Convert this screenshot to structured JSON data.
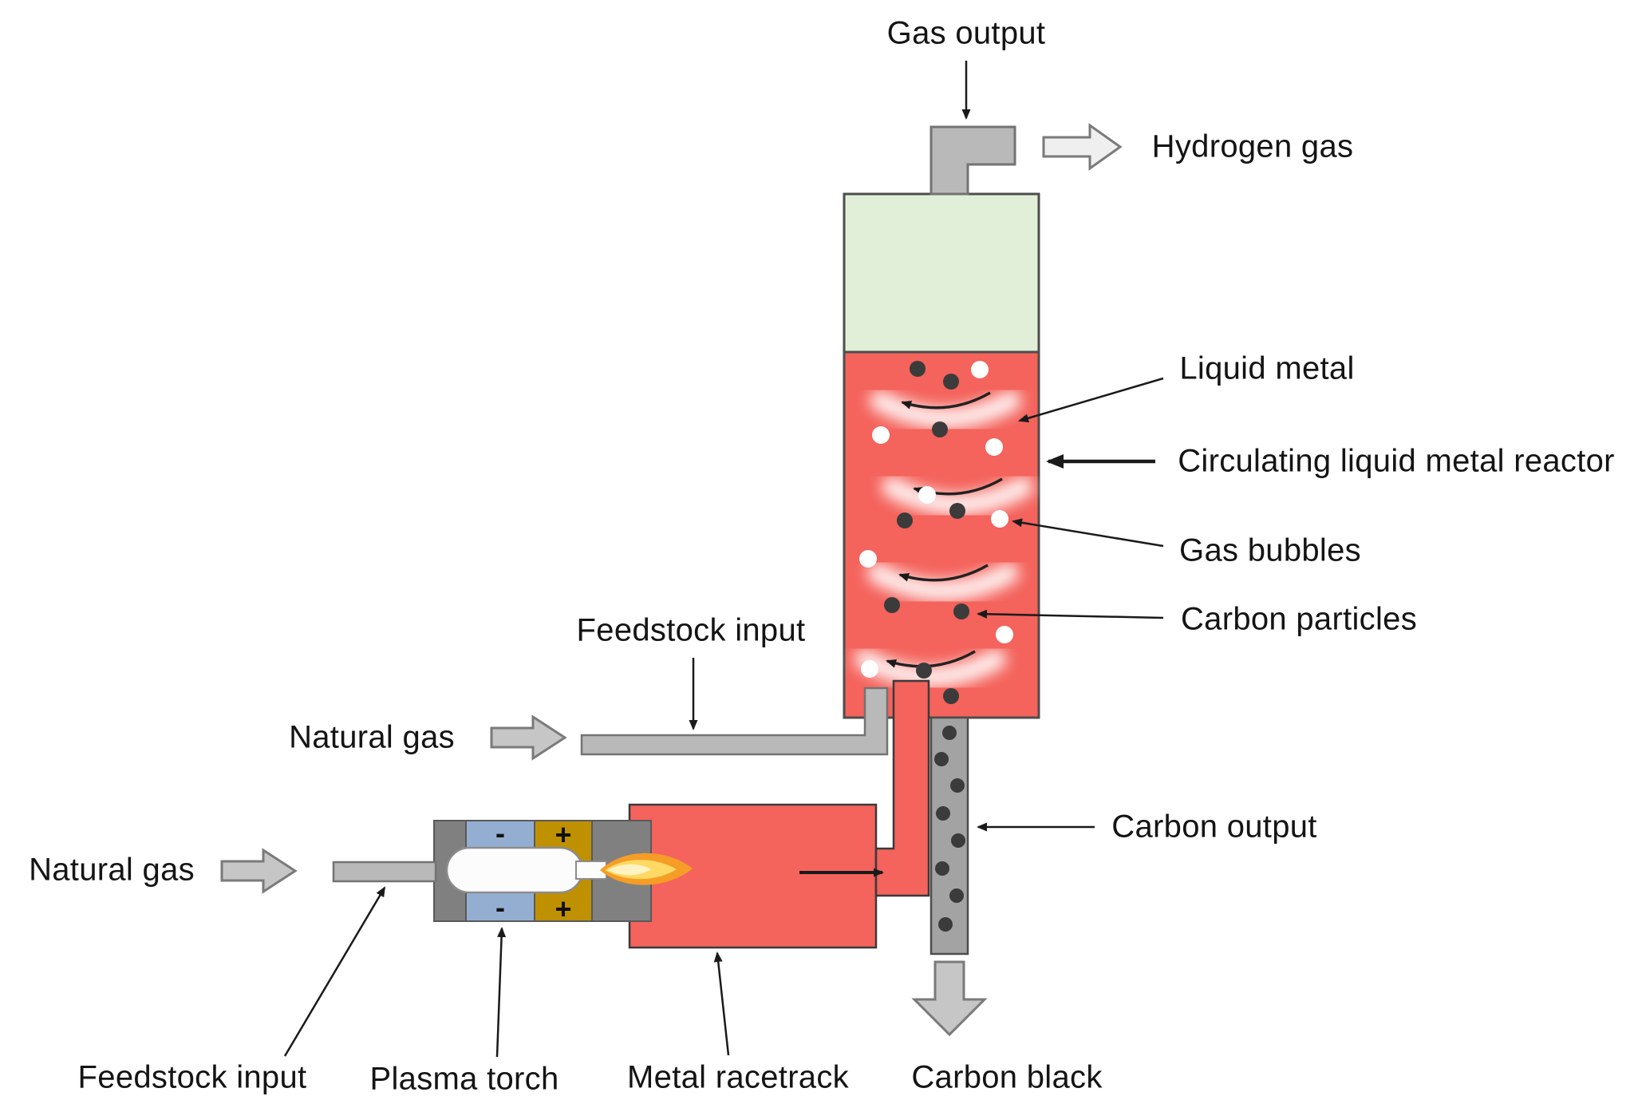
{
  "labels": {
    "gas_output": "Gas output",
    "hydrogen_gas": "Hydrogen gas",
    "liquid_metal": "Liquid metal",
    "circulating_reactor": "Circulating liquid metal reactor",
    "gas_bubbles": "Gas bubbles",
    "carbon_particles": "Carbon particles",
    "feedstock_input_top": "Feedstock input",
    "natural_gas_top": "Natural gas",
    "natural_gas_bottom": "Natural gas",
    "carbon_output": "Carbon output",
    "feedstock_input_bottom": "Feedstock input",
    "plasma_torch": "Plasma torch",
    "metal_racetrack": "Metal racetrack",
    "carbon_black": "Carbon black"
  },
  "torch_signs": {
    "cathode_top": "-",
    "cathode_bottom": "-",
    "anode_top": "+",
    "anode_bottom": "+"
  },
  "colors": {
    "reactor_red": "#f4635c",
    "headspace_green": "#e1efd8",
    "pipe_gray": "#b9b9b9",
    "tube_gray": "#a3a3a3",
    "electrode_blue": "#94aed2",
    "electrode_gold": "#bf9000",
    "torch_cap_gray": "#808080",
    "flame_orange": "#f59d27",
    "flame_yellow": "#ffd963",
    "particle_dark": "#3b3b3b",
    "bubble_white": "#ffffff"
  }
}
